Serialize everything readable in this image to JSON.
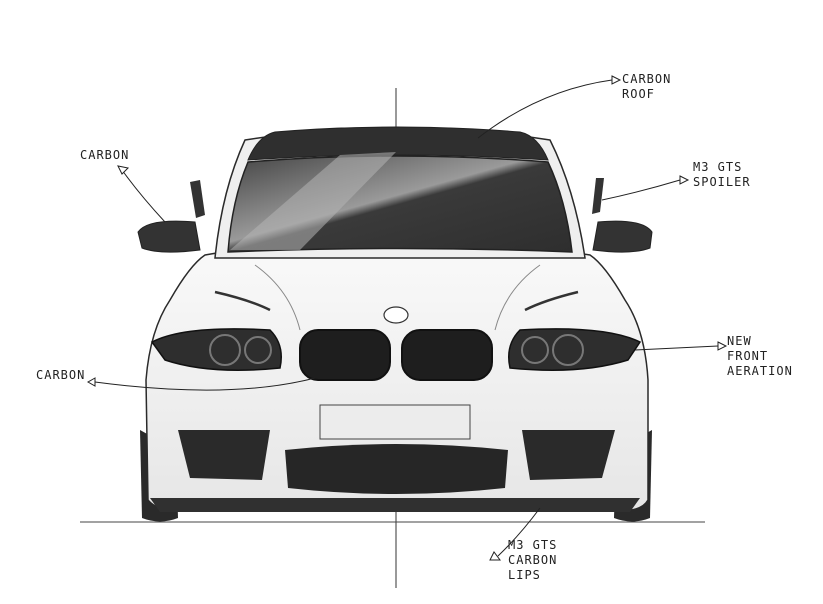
{
  "annotations": {
    "carbon_roof": [
      "CARBON",
      "ROOF"
    ],
    "carbon_mirror": [
      "CARBON"
    ],
    "gts_spoiler": [
      "M3 GTS",
      "SPOILER"
    ],
    "carbon_headlight": [
      "CARBON"
    ],
    "front_aeration": [
      "NEW",
      "FRONT",
      "AERATION"
    ],
    "carbon_lips": [
      "M3 GTS",
      "CARBON",
      "LIPS"
    ]
  },
  "colors": {
    "body": "#f4f4f4",
    "carbon": "#3a3a3a",
    "glass": "#555555",
    "line": "#2a2a2a"
  }
}
